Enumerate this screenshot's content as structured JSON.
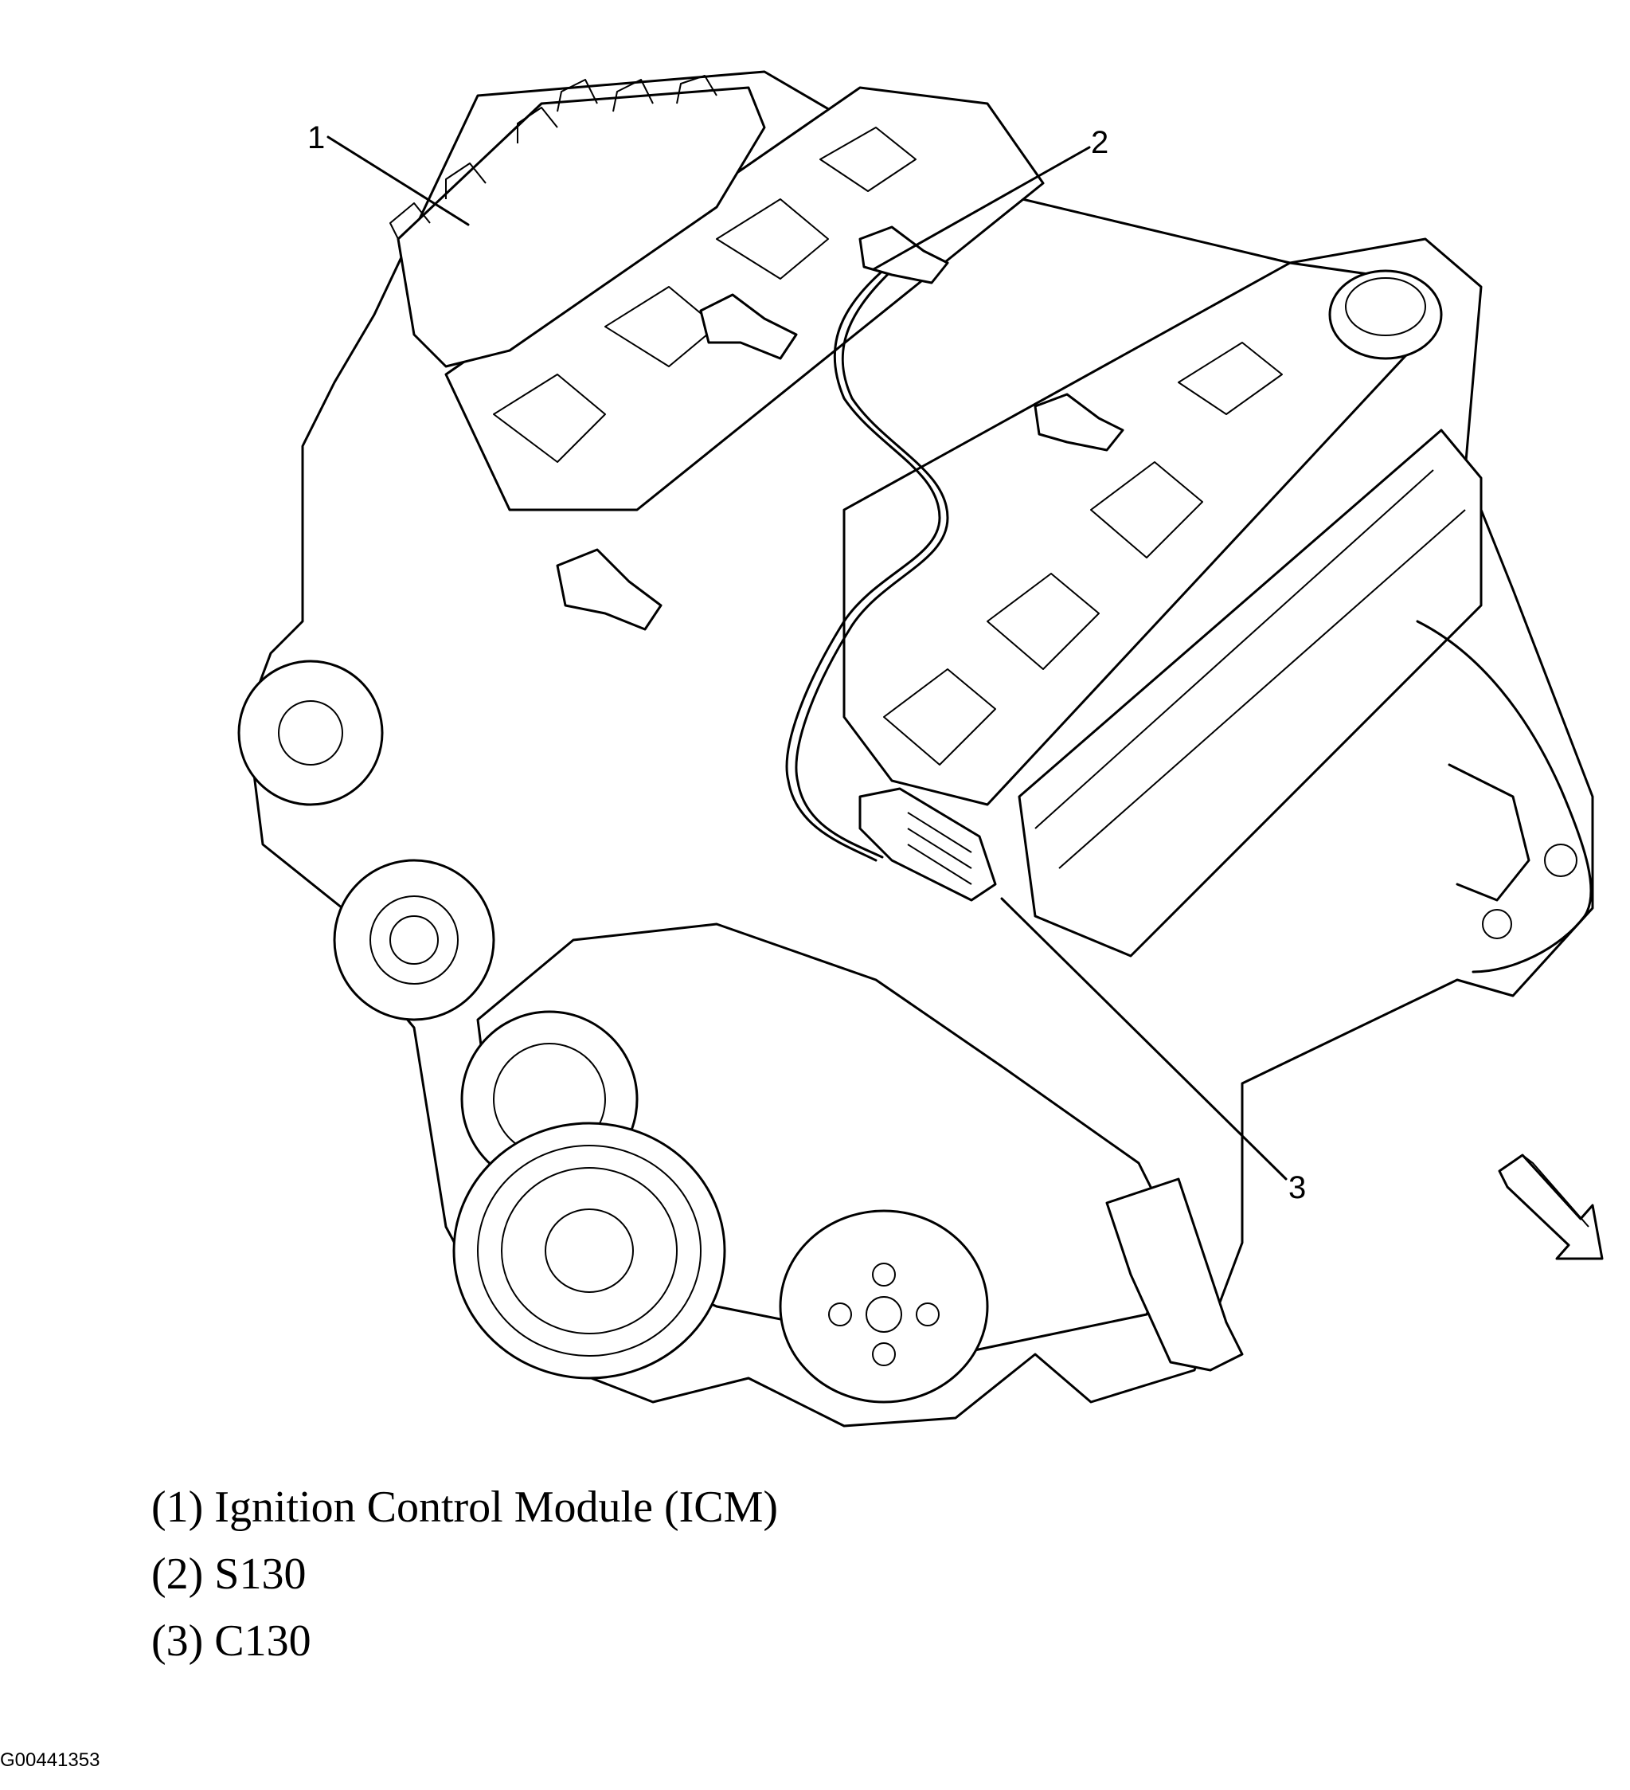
{
  "diagram": {
    "callouts": [
      {
        "id": "1",
        "label": "1"
      },
      {
        "id": "2",
        "label": "2"
      },
      {
        "id": "3",
        "label": "3"
      }
    ],
    "direction_arrow_icon": "front-direction-arrow-icon"
  },
  "legend": [
    {
      "text": "(1) Ignition Control Module (ICM)"
    },
    {
      "text": "(2) S130"
    },
    {
      "text": "(3) C130"
    }
  ],
  "figure_id": "G00441353"
}
